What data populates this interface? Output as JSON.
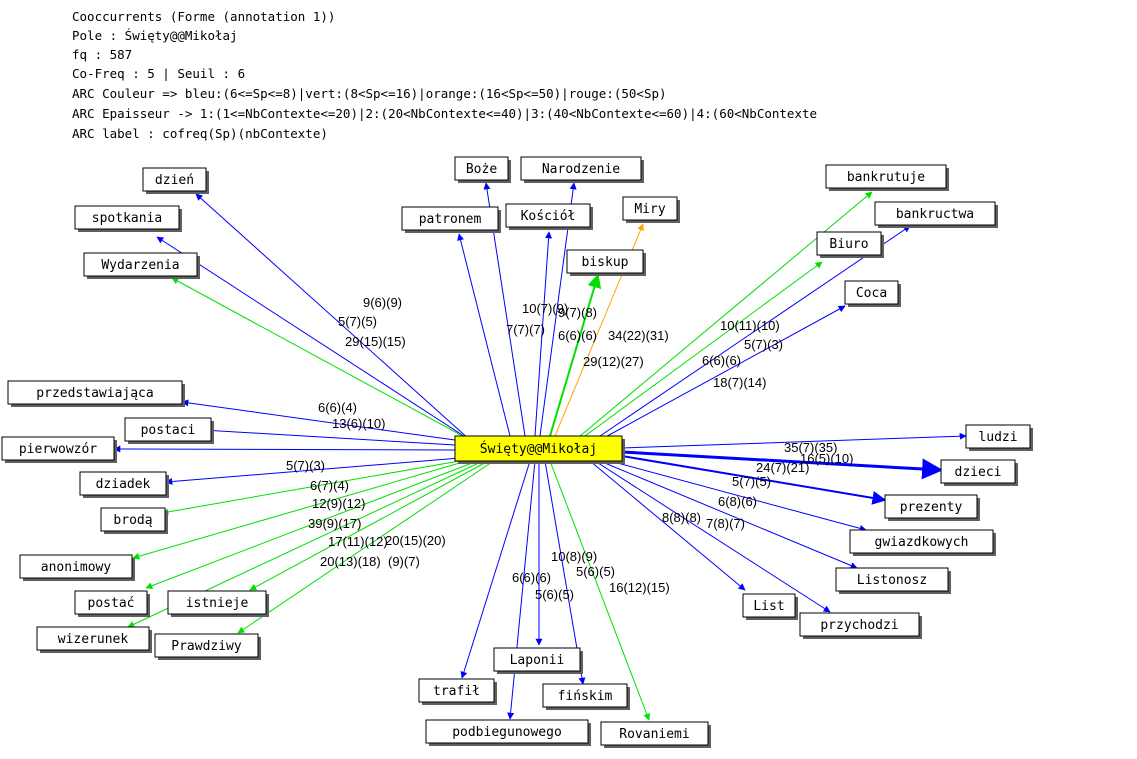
{
  "header": {
    "lines": [
      "Cooccurrents (Forme (annotation 1))",
      "Pole : Święty@@Mikołaj",
      "fq : 587",
      "Co-Freq : 5 | Seuil : 6",
      "ARC Couleur => bleu:(6<=Sp<=8)|vert:(8<Sp<=16)|orange:(16<Sp<=50)|rouge:(50<Sp)",
      "ARC Epaisseur -> 1:(1<=NbContexte<=20)|2:(20<NbContexte<=40)|3:(40<NbContexte<=60)|4:(60<NbContexte",
      "ARC label : cofreq(Sp)(nbContexte)"
    ]
  },
  "colors": {
    "blue": "#0000ff",
    "green": "#00e000",
    "orange": "#ffa500",
    "center_fill": "#ffff00"
  },
  "center": {
    "id": "swiety-mikolaj",
    "label": "Święty@@Mikołaj"
  },
  "nodes": [
    {
      "id": "dzien",
      "label": "dzień",
      "color": "blue",
      "width": 1,
      "edge_label": "9(6)(9)"
    },
    {
      "id": "spotkania",
      "label": "spotkania",
      "color": "blue",
      "width": 1,
      "edge_label": "5(7)(5)"
    },
    {
      "id": "wydarzenia",
      "label": "Wydarzenia",
      "color": "green",
      "width": 1,
      "edge_label": "29(15)(15)"
    },
    {
      "id": "boze",
      "label": "Boże",
      "color": "blue",
      "width": 1,
      "edge_label": ""
    },
    {
      "id": "narodzenie",
      "label": "Narodzenie",
      "color": "blue",
      "width": 1,
      "edge_label": ""
    },
    {
      "id": "patronem",
      "label": "patronem",
      "color": "blue",
      "width": 1,
      "edge_label": "7(7)(7)"
    },
    {
      "id": "kosciol",
      "label": "Kościół",
      "color": "blue",
      "width": 1,
      "edge_label": "10(7)(9)"
    },
    {
      "id": "miry",
      "label": "Miry",
      "color": "orange",
      "width": 1,
      "edge_label": "29(12)(27)"
    },
    {
      "id": "biskup",
      "label": "biskup",
      "color": "green",
      "width": 2,
      "edge_label": "34(22)(31)"
    },
    {
      "id": "bankrutuje",
      "label": "bankrutuje",
      "color": "green",
      "width": 1,
      "edge_label": "9(7)(8)"
    },
    {
      "id": "bankructwa",
      "label": "bankructwa",
      "color": "blue",
      "width": 1,
      "edge_label": "6(6)(6)"
    },
    {
      "id": "biuro",
      "label": "Biuro",
      "color": "green",
      "width": 1,
      "edge_label": "10(11)(10)"
    },
    {
      "id": "coca",
      "label": "Coca",
      "color": "blue",
      "width": 1,
      "edge_label": "5(7)(3)"
    },
    {
      "id": "przedstawiajaca",
      "label": "przedstawiająca",
      "color": "blue",
      "width": 1,
      "edge_label": "6(6)(4)"
    },
    {
      "id": "postaci",
      "label": "postaci",
      "color": "blue",
      "width": 1,
      "edge_label": "13(6)(10)"
    },
    {
      "id": "pierwowzor",
      "label": "pierwowzór",
      "color": "blue",
      "width": 1,
      "edge_label": ""
    },
    {
      "id": "dziadek",
      "label": "dziadek",
      "color": "blue",
      "width": 1,
      "edge_label": "5(7)(3)"
    },
    {
      "id": "broda",
      "label": "brodą",
      "color": "green",
      "width": 1,
      "edge_label": "6(7)(4)"
    },
    {
      "id": "anonimowy",
      "label": "anonimowy",
      "color": "green",
      "width": 1,
      "edge_label": "12(9)(12)"
    },
    {
      "id": "postac",
      "label": "postać",
      "color": "green",
      "width": 1,
      "edge_label": "39(9)(17)"
    },
    {
      "id": "istnieje",
      "label": "istnieje",
      "color": "green",
      "width": 1,
      "edge_label": "17(11)(12)"
    },
    {
      "id": "wizerunek",
      "label": "wizerunek",
      "color": "green",
      "width": 1,
      "edge_label": "20(15)(20)"
    },
    {
      "id": "prawdziwy",
      "label": "Prawdziwy",
      "color": "green",
      "width": 1,
      "edge_label": "20(13)(18)"
    },
    {
      "id": "ludzi",
      "label": "ludzi",
      "color": "blue",
      "width": 1,
      "edge_label": "35(7)(35)"
    },
    {
      "id": "dzieci",
      "label": "dzieci",
      "color": "blue",
      "width": 3,
      "edge_label": "24(7)(21)"
    },
    {
      "id": "prezenty",
      "label": "prezenty",
      "color": "blue",
      "width": 2,
      "edge_label": "5(7)(5)"
    },
    {
      "id": "gwiazdkowych",
      "label": "gwiazdkowych",
      "color": "blue",
      "width": 1,
      "edge_label": "6(8)(6)"
    },
    {
      "id": "listonosz",
      "label": "Listonosz",
      "color": "blue",
      "width": 1,
      "edge_label": "8(8)(8)"
    },
    {
      "id": "list",
      "label": "List",
      "color": "blue",
      "width": 1,
      "edge_label": "7(8)(7)"
    },
    {
      "id": "przychodzi",
      "label": "przychodzi",
      "color": "blue",
      "width": 1,
      "edge_label": ""
    },
    {
      "id": "laponii",
      "label": "Laponii",
      "color": "blue",
      "width": 1,
      "edge_label": "6(6)(6)"
    },
    {
      "id": "trafil",
      "label": "trafił",
      "color": "blue",
      "width": 1,
      "edge_label": "10(8)(9)"
    },
    {
      "id": "podbiegunowego",
      "label": "podbiegunowego",
      "color": "blue",
      "width": 1,
      "edge_label": "5(6)(5)"
    },
    {
      "id": "finskim",
      "label": "fińskim",
      "color": "blue",
      "width": 1,
      "edge_label": "5(6)(5)"
    },
    {
      "id": "rovaniemi",
      "label": "Rovaniemi",
      "color": "green",
      "width": 1,
      "edge_label": "16(12)(15)"
    }
  ],
  "free_labels": [
    "6(6)(6)",
    "18(7)(14)",
    "16(5)(10)",
    "(9)(7)"
  ]
}
